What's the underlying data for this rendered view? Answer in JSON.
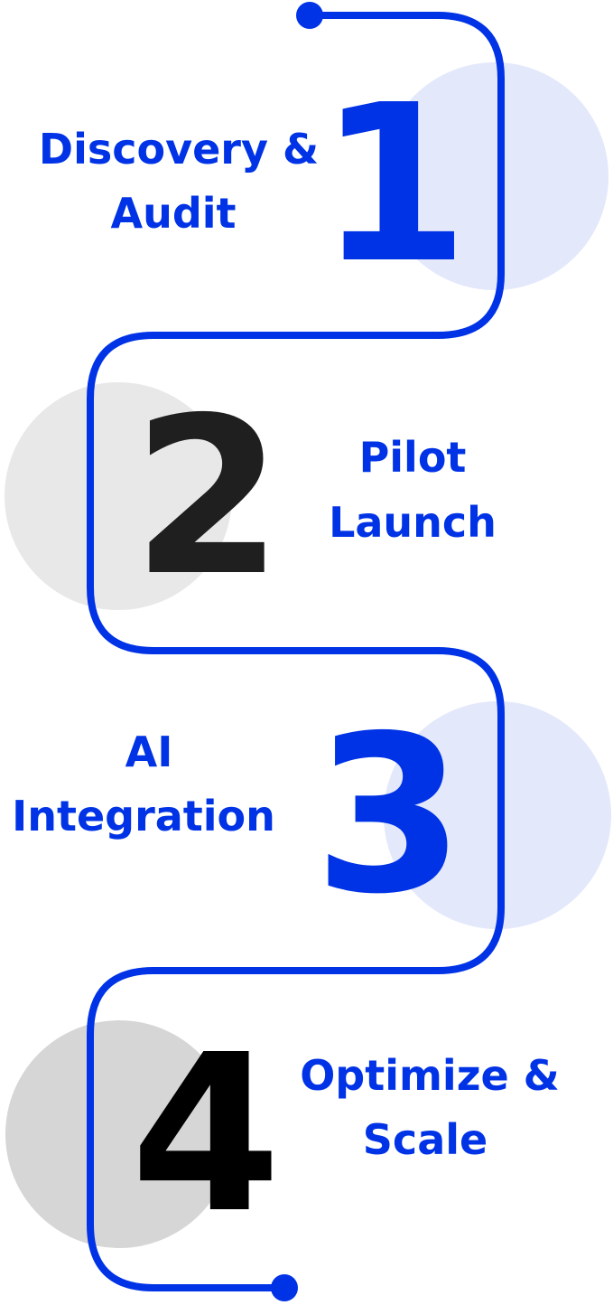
{
  "colors": {
    "primary_blue": "#0033e6",
    "dark": "#1f1f1f",
    "black": "#000000",
    "light_blue_circle": "#e3e8fb",
    "light_gray_circle": "#e8e8e8",
    "mid_gray_circle": "#d6d6d6"
  },
  "steps": [
    {
      "number": "1",
      "label_line1": "Discovery &",
      "label_line2": "Audit"
    },
    {
      "number": "2",
      "label_line1": "Pilot",
      "label_line2": "Launch"
    },
    {
      "number": "3",
      "label_line1": "AI",
      "label_line2": "Integration"
    },
    {
      "number": "4",
      "label_line1": "Optimize &",
      "label_line2": "Scale"
    }
  ]
}
